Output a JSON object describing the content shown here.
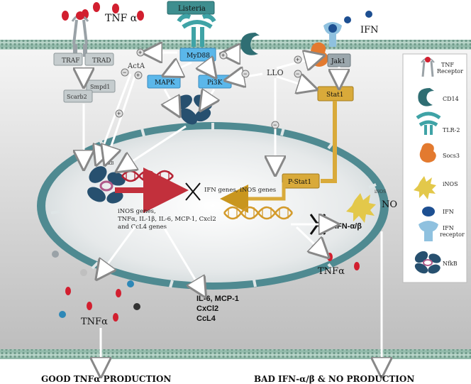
{
  "labels": {
    "tnf_alpha_top": "TNF α",
    "listeria": "Listeria",
    "ifn": "IFN",
    "traf": "TRAF",
    "trad": "TRAD",
    "acta": "ActA",
    "smpd1": "Smpd1",
    "scarb2": "Scarb2",
    "myd88": "MyD88",
    "mapk": "MAPK",
    "pi3k": "Pi3K",
    "llo": "LLO",
    "jak1": "Jak1",
    "stat1": "Stat1",
    "pstat1": "P-Stat1",
    "nfkb_small": "NfkB",
    "ifn_genes": "IFN genes, iNOS genes",
    "inos_small": "iNOS",
    "no": "NO",
    "ifn_ab": "IFN-α/β",
    "tnf_alpha_right": "TNFα",
    "tnf_alpha_bottom": "TNFα",
    "cytokines": [
      "IL-6, MCP-1",
      "CxCl2",
      "CcL4"
    ],
    "genes_block": [
      "iNOS genes,",
      "TNFα, IL-1β, IL-6, MCP-1, Cxcl2",
      "and CcL4 genes"
    ],
    "footer_left": "GOOD TNFα  PRODUCTION",
    "footer_right": "BAD   IFN-α/β  & NO  PRODUCTION",
    "plus": "+",
    "minus": "−"
  },
  "legend": [
    {
      "icon": "tnf-receptor-icon",
      "label": [
        "TNF",
        "Receptor"
      ]
    },
    {
      "icon": "cd14-icon",
      "label": [
        "CD14"
      ]
    },
    {
      "icon": "tlr2-icon",
      "label": [
        "TLR-2"
      ]
    },
    {
      "icon": "socs3-icon",
      "label": [
        "Socs3"
      ]
    },
    {
      "icon": "inos-icon",
      "label": [
        "iNOS"
      ]
    },
    {
      "icon": "ifn-icon",
      "label": [
        "IFN"
      ]
    },
    {
      "icon": "ifn-receptor-icon",
      "label": [
        "IFN",
        "receptor"
      ]
    },
    {
      "icon": "nfkb-icon",
      "label": [
        "NfkB"
      ]
    }
  ],
  "colors": {
    "membrane": "#8fb8a8",
    "nucleus": "#4f8a91",
    "cd14": "#2f6e73",
    "tlr2": "#3fa3a6",
    "socs3": "#e37a2f",
    "inos": "#e3c84a",
    "ifn": "#1d4f91",
    "nfkb": "#27506f",
    "stat": "#d9aa3a",
    "myd88": "#5bb7ea",
    "red_dot": "#d21f2f",
    "dna_red": "#b52233",
    "dna_gold": "#d39a2a"
  }
}
